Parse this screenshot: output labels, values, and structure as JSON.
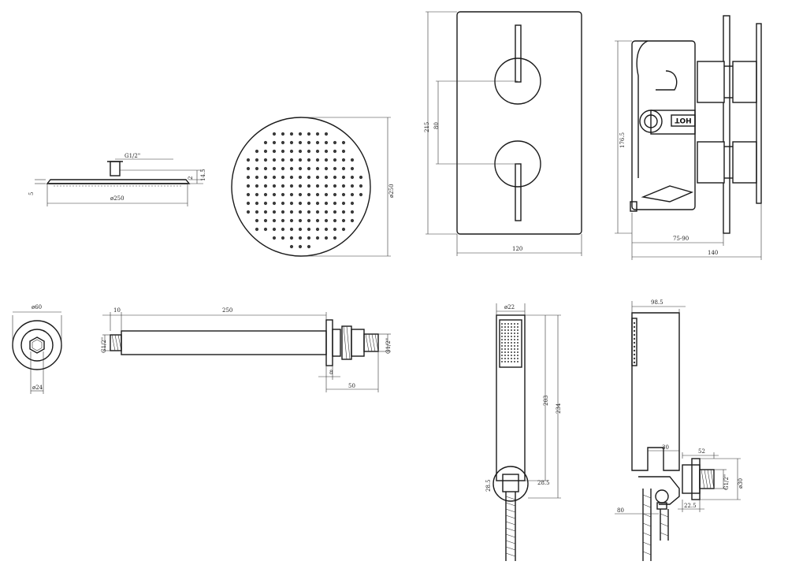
{
  "shower_head_side": {
    "thread": "G1/2\"",
    "h1": "2",
    "h2": "14.5",
    "h3": "5",
    "dia": "ø250"
  },
  "shower_head_front": {
    "dia": "ø250"
  },
  "valve_front": {
    "height": "215",
    "spacing": "80",
    "width": "120"
  },
  "valve_side": {
    "height": "176.5",
    "depth_range": "75-90",
    "depth": "140",
    "hot_label": "HOT"
  },
  "wall_flange": {
    "outer": "ø60",
    "inner": "ø24"
  },
  "shower_arm": {
    "flange": "10",
    "length": "250",
    "thread_left": "G1/2\"",
    "thread_right": "G1/2\"",
    "nut": "8",
    "tail": "50"
  },
  "handset_front": {
    "head_dia": "ø22",
    "len_inner": "203",
    "len_outer": "234",
    "elbow_left": "28.5",
    "elbow_right": "28.5"
  },
  "handset_side": {
    "width": "98.5",
    "outlet_w": "52",
    "offset": "30",
    "outlet_dia": "ø30",
    "thread": "G1/2\"",
    "bottom": "22.5",
    "base": "80"
  }
}
